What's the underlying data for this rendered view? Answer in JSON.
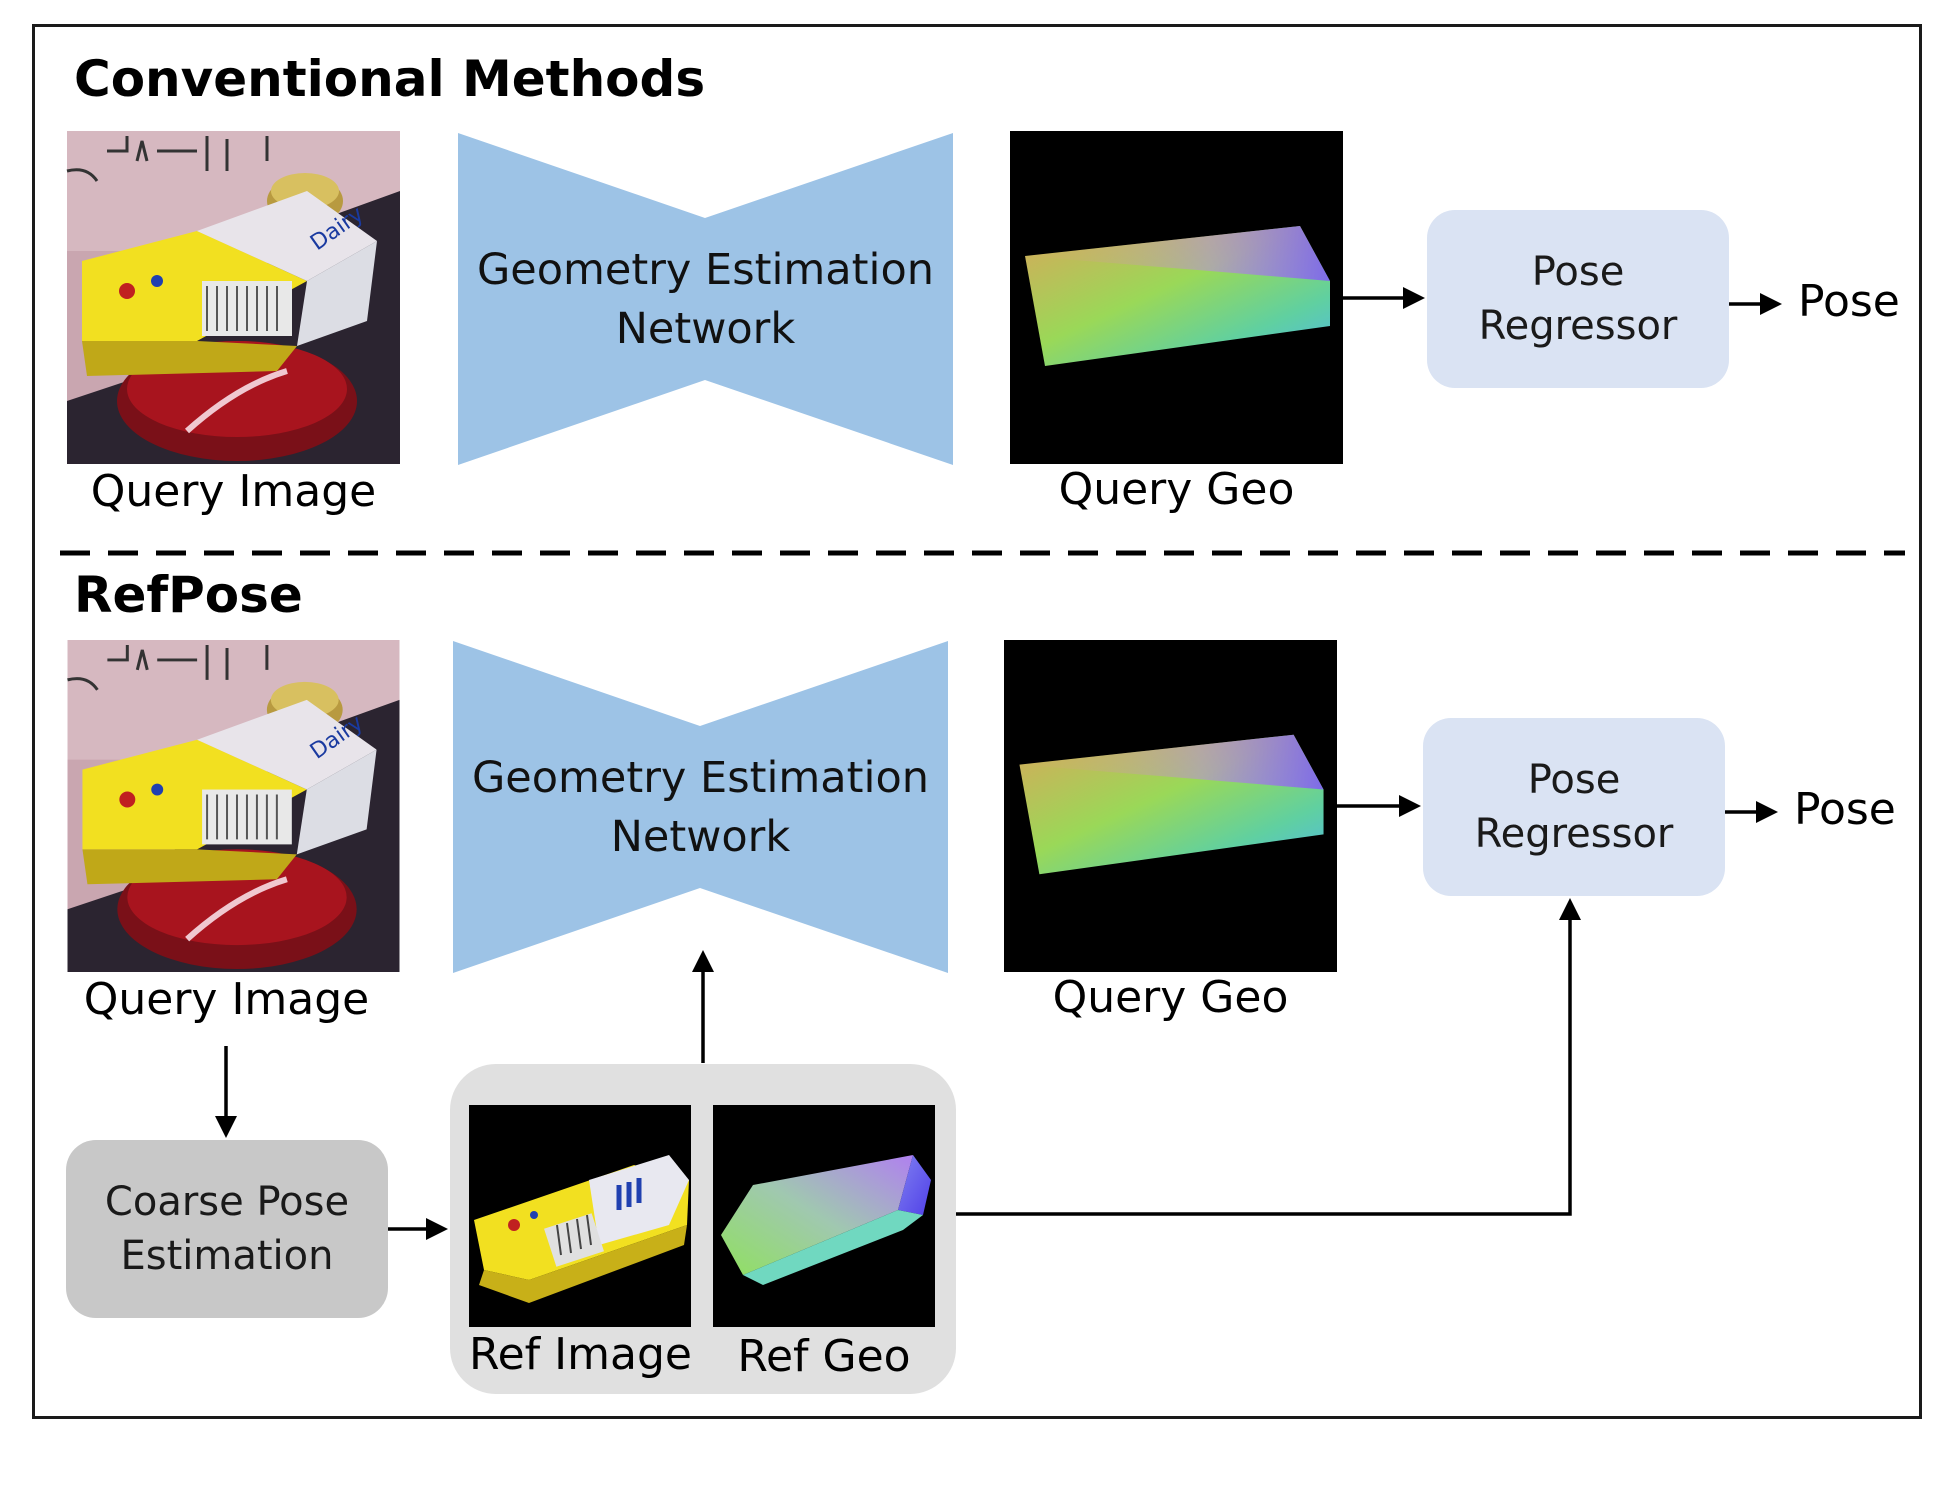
{
  "conventional": {
    "title": "Conventional Methods",
    "query_image_label": "Query Image",
    "network_label": [
      "Geometry Estimation",
      "Network"
    ],
    "query_geo_label": "Query Geo",
    "pose_regressor_label": [
      "Pose",
      "Regressor"
    ],
    "output_label": "Pose"
  },
  "refpose": {
    "title": "RefPose",
    "query_image_label": "Query Image",
    "network_label": [
      "Geometry Estimation",
      "Network"
    ],
    "query_geo_label": "Query Geo",
    "pose_regressor_label": [
      "Pose",
      "Regressor"
    ],
    "output_label": "Pose",
    "coarse_pose_label": [
      "Coarse Pose",
      "Estimation"
    ],
    "ref_image_label": "Ref Image",
    "ref_geo_label": "Ref Geo"
  },
  "colors": {
    "network_fill": "#9dc3e6",
    "regressor_fill": "#dae3f3",
    "coarse_fill": "#c8c8c8",
    "ref_group_fill": "#e0e0e0",
    "line": "#000000"
  },
  "icons": {
    "query_image": "milk-carton-photo",
    "geo_map": "rainbow-box-render",
    "ref_image": "milk-carton-render"
  }
}
